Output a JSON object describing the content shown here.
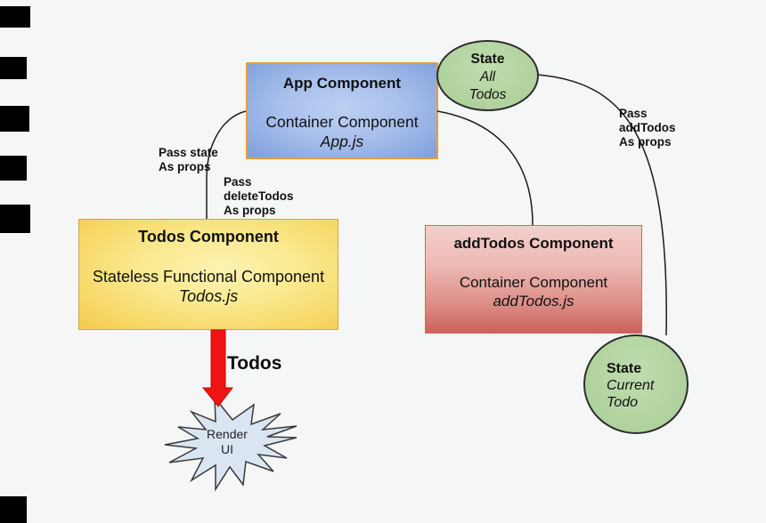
{
  "nodes": {
    "app": {
      "title": "App Component",
      "subtitle": "Container Component",
      "file": "App.js"
    },
    "state_all": {
      "title": "State",
      "detail": "All\nTodos"
    },
    "todos": {
      "title": "Todos Component",
      "subtitle": "Stateless Functional Component",
      "file": "Todos.js"
    },
    "add_todos": {
      "title": "addTodos Component",
      "subtitle": "Container Component",
      "file": "addTodos.js"
    },
    "state_current": {
      "title": "State",
      "detail": "Current\nTodo"
    },
    "render_ui": {
      "label": "Render\nUI"
    }
  },
  "edge_labels": {
    "pass_state": "Pass state\nAs props",
    "pass_delete_todos": "Pass\ndeleteTodos\nAs props",
    "pass_add_todos": "Pass\naddTodos\nAs props",
    "todos_arrow": "Todos"
  },
  "colors": {
    "background": "#f5f6f6",
    "app_fill_center": "#bdd0f2",
    "app_fill_edge": "#7f9fdb",
    "app_border": "#e89c3c",
    "todos_fill_center": "#fdf3b3",
    "todos_fill_edge": "#f4c94f",
    "todos_border": "#d9a53c",
    "addtodos_fill_top": "#f3cfcb",
    "addtodos_fill_bottom": "#cd625c",
    "addtodos_border": "#c96a63",
    "state_fill": "#b3d4a0",
    "state_border": "#2d2d2d",
    "connector": "#1b1b1b",
    "arrow_red": "#ee1414",
    "burst_fill": "#d9e6f2",
    "burst_border": "#3a3a3a"
  }
}
